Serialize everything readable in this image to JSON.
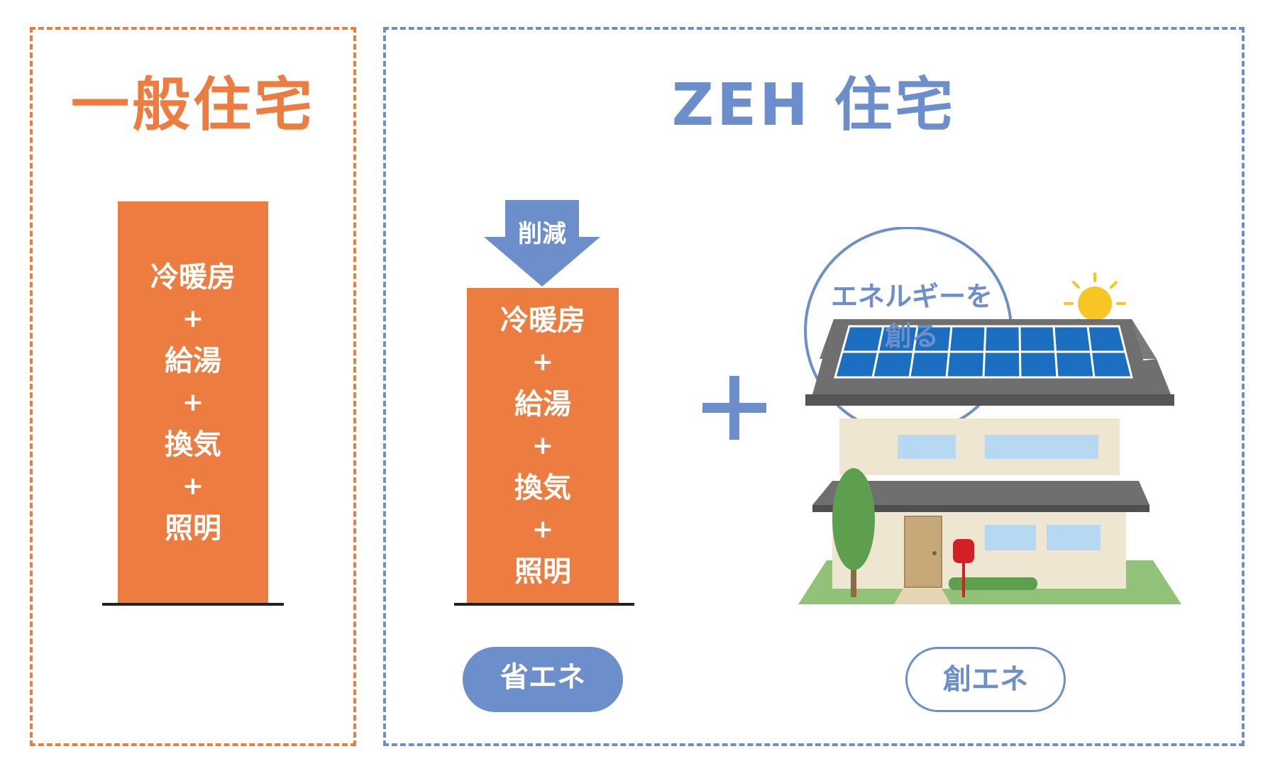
{
  "left_panel": {
    "title": "一般住宅",
    "bar": {
      "items": [
        "冷暖房",
        "給湯",
        "換気",
        "照明"
      ],
      "separator": "+"
    }
  },
  "right_panel": {
    "title": "ZEH 住宅",
    "reduction_label": "削減",
    "bar": {
      "items": [
        "冷暖房",
        "給湯",
        "換気",
        "照明"
      ],
      "separator": "+"
    },
    "bubble": {
      "line1": "エネルギーを",
      "line2": "創る"
    },
    "save_label": "省エネ",
    "create_label": "創エネ"
  },
  "colors": {
    "orange": "#ec7c3f",
    "blue": "#6c8fcb",
    "solar_panel": "#1c6fc0",
    "roof": "#6f6f6f",
    "wall": "#efe6d2",
    "tree": "#5d9e4f",
    "sun": "#f7c624"
  },
  "icons": [
    "house-icon",
    "sun-icon",
    "solar-panel-icon",
    "tree-icon",
    "mailbox-icon",
    "down-arrow-icon",
    "plus-icon"
  ]
}
